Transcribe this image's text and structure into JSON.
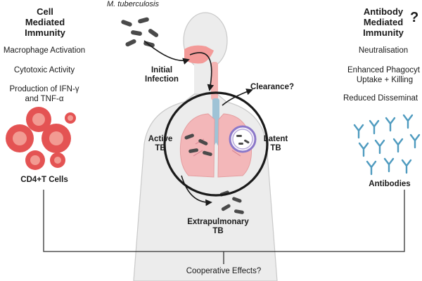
{
  "left_panel": {
    "heading": [
      "Cell",
      "Mediated",
      "Immunity"
    ],
    "items": [
      "Macrophage Activation",
      "Cytotoxic Activity",
      "Production of IFN-γ",
      "and TNF-α"
    ],
    "cells_label": "CD4+T Cells"
  },
  "right_panel": {
    "heading": [
      "Antibody",
      "Mediated",
      "Immunity"
    ],
    "question_mark": "?",
    "items": [
      "Neutralisation",
      "Enhanced Phagocyt",
      "Uptake + Killing",
      "Reduced Disseminat"
    ],
    "antibodies_label": "Antibodies"
  },
  "center": {
    "pathogen": "M. tuberculosis",
    "initial_infection": [
      "Initial",
      "Infection"
    ],
    "clearance": "Clearance?",
    "active_tb": [
      "Active",
      "TB"
    ],
    "latent_tb": [
      "Latent",
      "TB"
    ],
    "extrapulmonary_tb": [
      "Extrapulmonary",
      "TB"
    ]
  },
  "bottom": {
    "cooperative_effects": "Cooperative Effects?"
  },
  "colors": {
    "body_fill": "#ececec",
    "body_stroke": "#c9c9c9",
    "lung": "#f3b7b9",
    "airway": "#9fc3d6",
    "cell_red": "#e45353",
    "bacteria": "#4a4a4a",
    "antibody": "#4f9bbf",
    "granuloma": "#8b78c9"
  },
  "icons": [
    "bacteria-icon",
    "t-cell-icon",
    "antibody-icon",
    "granuloma-icon",
    "lung-icon"
  ]
}
